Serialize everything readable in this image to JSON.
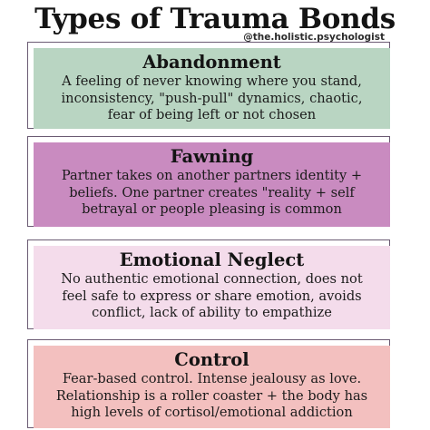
{
  "header": {
    "title": "Types of Trauma Bonds",
    "handle": "@the.holistic.psychologist"
  },
  "colors": {
    "abandonment": "#b9d5c2",
    "fawning": "#c98bc0",
    "emotional_neglect": "#f4dceb",
    "control": "#f3c0bf",
    "outline": "#6b5b73"
  },
  "cards": [
    {
      "title": "Abandonment",
      "lines": [
        "A feeling of never knowing where you stand,",
        "inconsistency, \"push-pull\" dynamics, chaotic,",
        "fear of being left or not chosen"
      ]
    },
    {
      "title": "Fawning",
      "lines": [
        "Partner takes on another partners identity +",
        "beliefs. One partner creates \"reality + self",
        "betrayal or people pleasing is common"
      ]
    },
    {
      "title": "Emotional Neglect",
      "lines": [
        "No authentic emotional connection, does not",
        "feel safe to express or share emotion, avoids",
        "conflict, lack of ability to empathize"
      ]
    },
    {
      "title": "Control",
      "lines": [
        "Fear-based control. Intense jealousy as love.",
        "Relationship is a roller coaster + the body has",
        "high levels of cortisol/emotional addiction"
      ]
    }
  ]
}
